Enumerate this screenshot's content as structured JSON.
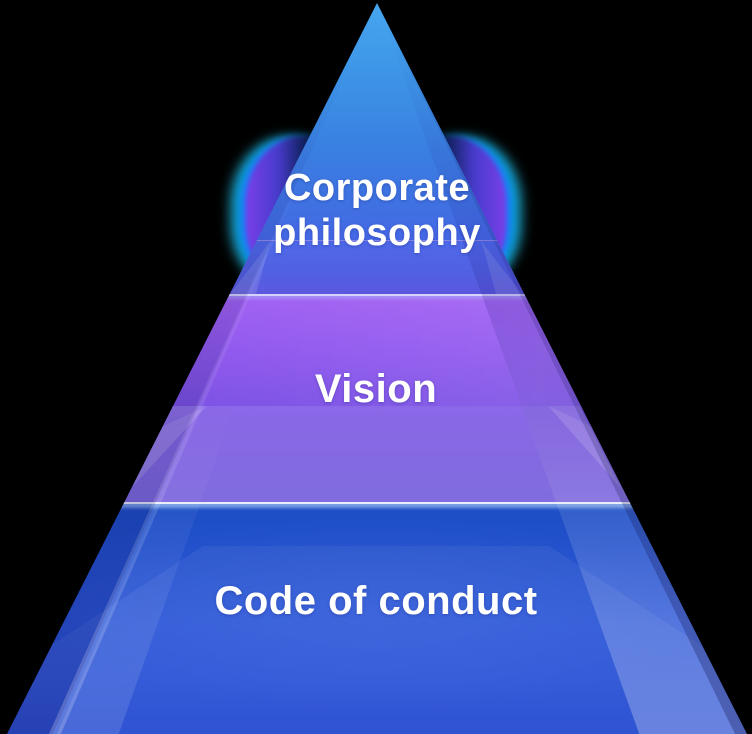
{
  "diagram": {
    "type": "pyramid",
    "background_color": "#000000",
    "text_color": "#ffffff",
    "tiers": [
      {
        "label": "Corporate philosophy",
        "position": "top",
        "face_color_top": "#47a6ef",
        "face_color_bottom": "#4668e6"
      },
      {
        "label": "Vision",
        "position": "middle",
        "face_color_top": "#a262f2",
        "face_color_bottom": "#7e54e6"
      },
      {
        "label": "Code of conduct",
        "position": "bottom",
        "face_color_top": "#1d4ec5",
        "face_color_bottom": "#2349d0"
      }
    ],
    "separator_line_color": "#ffffff",
    "glow": {
      "cyan": "#29d8ff",
      "blue": "#1f7bff",
      "purple": "#8042f6"
    }
  }
}
